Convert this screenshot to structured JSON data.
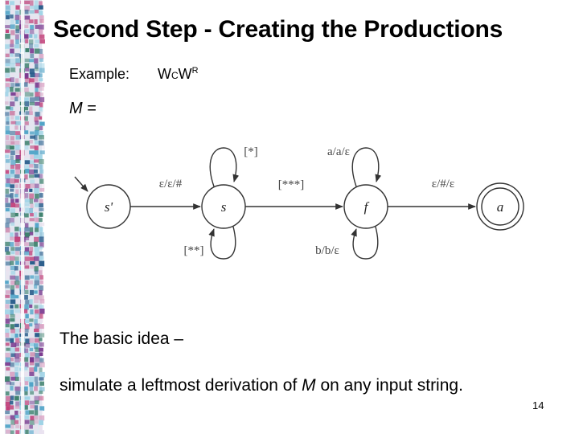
{
  "slide": {
    "title": "Second Step - Creating the Productions",
    "example_label": "Example:",
    "language": {
      "left": "W",
      "middle": "C",
      "right": "W",
      "superscript": "R"
    },
    "machine_label": "M",
    "equals_sign": "=",
    "idea_text": "The basic idea –",
    "simulate": {
      "before": "simulate a leftmost derivation of ",
      "italic": "M",
      "after": " on any input string."
    },
    "page_number": "14"
  },
  "diagram": {
    "states": [
      {
        "id": "s_prime",
        "label": "s'"
      },
      {
        "id": "s",
        "label": "s"
      },
      {
        "id": "f",
        "label": "f"
      },
      {
        "id": "a",
        "label": "a",
        "accepting": true
      }
    ],
    "transitions": [
      {
        "from": "s_prime",
        "to": "s",
        "label": "ε/ε/#"
      },
      {
        "from": "s",
        "to": "f",
        "label": "[***]"
      },
      {
        "from": "f",
        "to": "a",
        "label": "ε/#/ε"
      },
      {
        "from": "s",
        "to": "s",
        "label": "[*]",
        "position": "top"
      },
      {
        "from": "s",
        "to": "s",
        "label": "[**]",
        "position": "bottom"
      },
      {
        "from": "f",
        "to": "f",
        "label": "a/a/ε",
        "position": "top"
      },
      {
        "from": "f",
        "to": "f",
        "label": "b/b/ε",
        "position": "bottom"
      }
    ]
  },
  "colors": {
    "text": "#000000",
    "diagram_stroke": "#333333",
    "diagram_label": "#444444",
    "background": "#ffffff",
    "deco_palette": [
      "#2a5d8c",
      "#4fa3c7",
      "#9fd3e6",
      "#c2417a",
      "#7b3a8f",
      "#e9e2ef",
      "#3c7f6b",
      "#d9a3c4"
    ]
  }
}
